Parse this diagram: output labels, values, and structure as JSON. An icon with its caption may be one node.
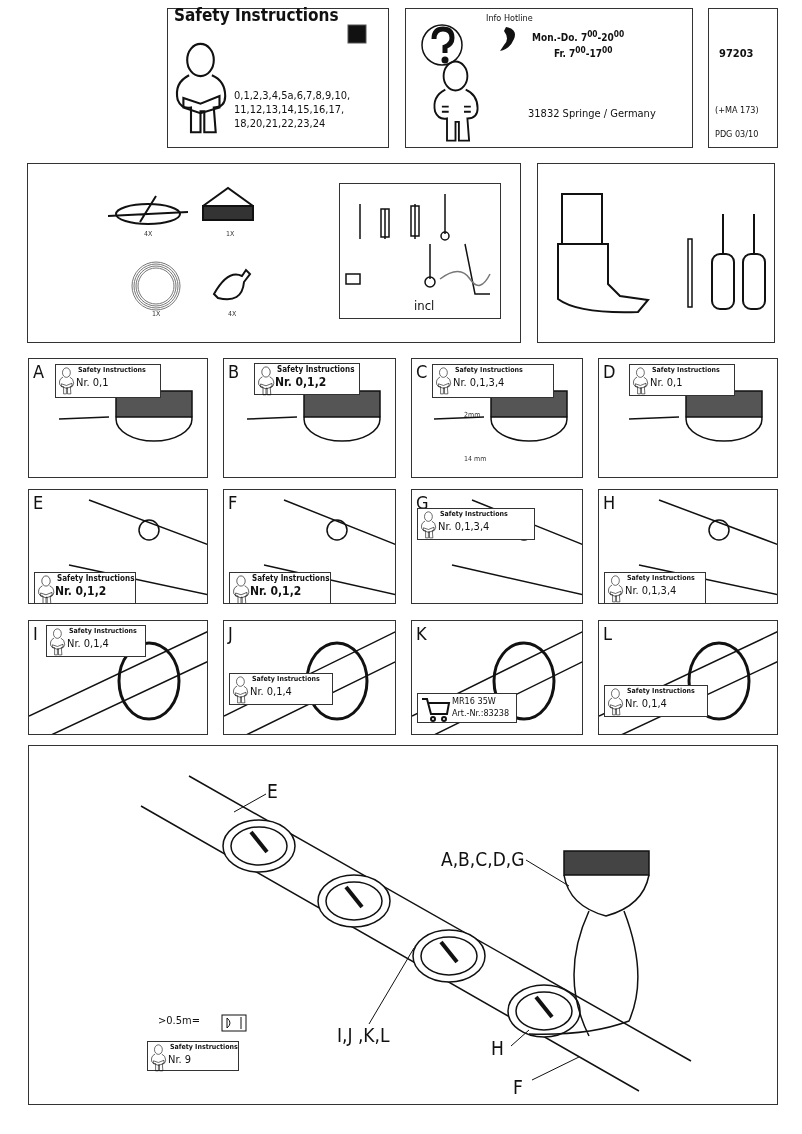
{
  "diagram": {
    "nodes": [
      {
        "text": [
          "Safety Instructions",
          "0,1,2,3,4,5a,6,7,8,9,10, 11,12,13,14,15,16,17, 18,20,21,22,23,24"
        ]
      },
      {
        "text": [
          "Info Hotline",
          "Mon.-Do. 7$^{00}$-20$^{00}$",
          "Fr. 7$^{00}$-17$^{00}$",
          "31832 Springe / Germany"
        ]
      },
      {
        "text": [
          "97203",
          "(+MA 173)",
          "PDG 03/10"
        ]
      },
      {
        "text": [],
        "shape": "box"
      },
      {
        "text": [
          "incl"
        ],
        "in": 3
      },
      {
        "text": [],
        "shape": "box"
      },
      {
        "text": [
          "A"
        ]
      },
      {
        "text": [
          "Safety Instructions",
          "Nr. 0,1"
        ],
        "in": 6
      },
      {
        "text": [
          "B"
        ]
      },
      {
        "text": [
          "Safety Instructions",
          "Nr. 0,1,2"
        ],
        "in": 8
      },
      {
        "text": [
          "C"
        ]
      },
      {
        "text": [
          "Safety Instructions",
          "Nr. 0,1,3,4"
        ],
        "in": 10
      },
      {
        "text": [
          "D"
        ]
      },
      {
        "text": [
          "Safety Instructions",
          "Nr. 0,1"
        ],
        "in": 12
      },
      {
        "text": [
          "E"
        ]
      },
      {
        "text": [
          "Safety Instructions",
          "Nr. 0,1,2"
        ],
        "in": 14
      },
      {
        "text": [
          "F"
        ]
      },
      {
        "text": [
          "Safety Instructions",
          "Nr. 0,1,2"
        ],
        "in": 16
      },
      {
        "text": [
          "G"
        ]
      },
      {
        "text": [
          "Safety Instructions",
          "Nr. 0,1,3,4"
        ],
        "in": 18
      },
      {
        "text": [
          "H"
        ]
      },
      {
        "text": [
          "Safety Instructions",
          "Nr. 0,1,3,4"
        ],
        "in": 20
      },
      {
        "text": [
          "I"
        ]
      },
      {
        "text": [
          "Safety Instructions",
          "Nr. 0,1,4"
        ],
        "in": 22
      },
      {
        "text": [
          "J"
        ]
      },
      {
        "text": [
          "Safety Instructions",
          "Nr. 0,1,4"
        ],
        "in": 24
      },
      {
        "text": [
          "K"
        ]
      },
      {
        "text": [
          "MR16 35W",
          "Art.-Nr.:83238"
        ],
        "in": 26
      },
      {
        "text": [
          "L"
        ]
      },
      {
        "text": [
          "Safety Instructions",
          "Nr. 0,1,4"
        ],
        "in": 28
      },
      {
        "text": [],
        "shape": "box"
      },
      {
        "text": [
          "Safety Instructions",
          "Nr. 9"
        ],
        "in": 30
      },
      {
        "text": [
          "E"
        ],
        "in": 30
      },
      {
        "text": [
          "A,B,C,D,G"
        ],
        "in": 30
      },
      {
        "text": [
          "I,J ,K,L"
        ],
        "in": 30
      },
      {
        "text": [
          "H"
        ],
        "in": 30
      },
      {
        "text": [
          "F"
        ],
        "in": 30
      }
    ],
    "edges": [
      {
        "from": 32,
        "to": null,
        "arrow": "none"
      },
      {
        "from": 33,
        "to": null,
        "arrow": "none"
      },
      {
        "from": 34,
        "to": null,
        "arrow": "none"
      },
      {
        "from": 35,
        "to": null,
        "arrow": "none"
      },
      {
        "from": 36,
        "to": null,
        "arrow": "none"
      }
    ],
    "labels": [
      "4X",
      "1X",
      "1X",
      "4X",
      "2mm",
      "14 mm",
      ">0.5m="
    ]
  }
}
